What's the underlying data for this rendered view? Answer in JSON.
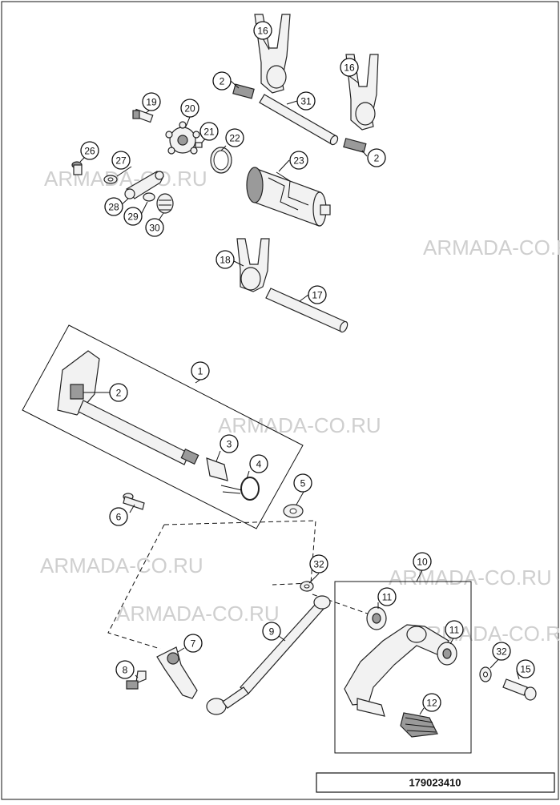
{
  "document_number": "179023410",
  "watermark_text": "ARMADA-CO.RU",
  "callouts": [
    {
      "id": "c16a",
      "label": "16"
    },
    {
      "id": "c2a",
      "label": "2"
    },
    {
      "id": "c31",
      "label": "31"
    },
    {
      "id": "c16b",
      "label": "16"
    },
    {
      "id": "c2b",
      "label": "2"
    },
    {
      "id": "c19",
      "label": "19"
    },
    {
      "id": "c20",
      "label": "20"
    },
    {
      "id": "c21",
      "label": "21"
    },
    {
      "id": "c22",
      "label": "22"
    },
    {
      "id": "c26",
      "label": "26"
    },
    {
      "id": "c27",
      "label": "27"
    },
    {
      "id": "c28",
      "label": "28"
    },
    {
      "id": "c29",
      "label": "29"
    },
    {
      "id": "c30",
      "label": "30"
    },
    {
      "id": "c23",
      "label": "23"
    },
    {
      "id": "c18",
      "label": "18"
    },
    {
      "id": "c17",
      "label": "17"
    },
    {
      "id": "c1",
      "label": "1"
    },
    {
      "id": "c2c",
      "label": "2"
    },
    {
      "id": "c3",
      "label": "3"
    },
    {
      "id": "c4",
      "label": "4"
    },
    {
      "id": "c5",
      "label": "5"
    },
    {
      "id": "c6",
      "label": "6"
    },
    {
      "id": "c32a",
      "label": "32"
    },
    {
      "id": "c10",
      "label": "10"
    },
    {
      "id": "c11a",
      "label": "11"
    },
    {
      "id": "c9",
      "label": "9"
    },
    {
      "id": "c7",
      "label": "7"
    },
    {
      "id": "c11b",
      "label": "11"
    },
    {
      "id": "c32b",
      "label": "32"
    },
    {
      "id": "c15",
      "label": "15"
    },
    {
      "id": "c8",
      "label": "8"
    },
    {
      "id": "c12",
      "label": "12"
    }
  ]
}
